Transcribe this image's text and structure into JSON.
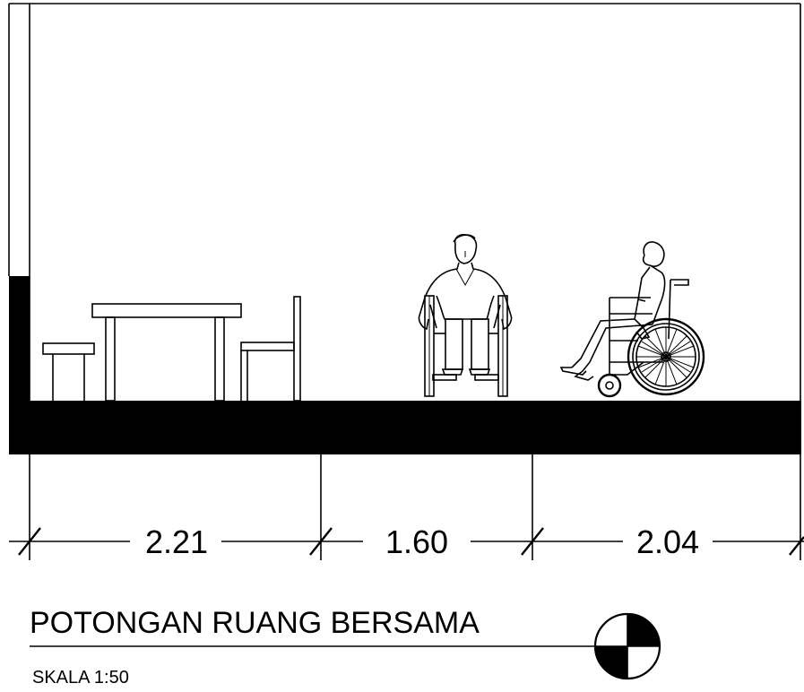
{
  "drawing": {
    "dimensions": [
      "2.21",
      "1.60",
      "2.04"
    ],
    "title": "POTONGAN RUANG BERSAMA",
    "scale_label": "SKALA 1:50"
  }
}
